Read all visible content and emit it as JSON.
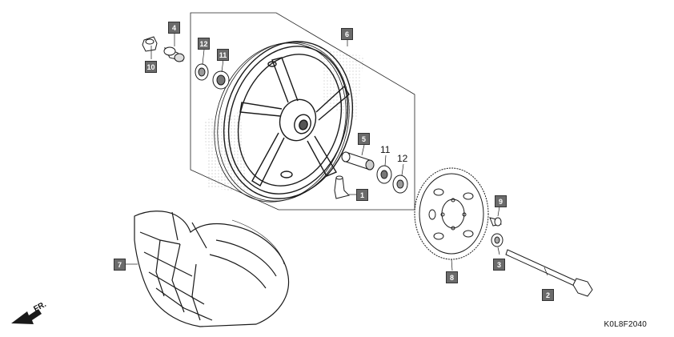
{
  "callouts": {
    "c1": "1",
    "c2": "2",
    "c3": "3",
    "c4": "4",
    "c5": "5",
    "c6": "6",
    "c7": "7",
    "c8": "8",
    "c9": "9",
    "c10": "10",
    "c11": "11",
    "c12": "12"
  },
  "plain_labels": {
    "l11": "11",
    "l12": "12"
  },
  "direction_label": "FR.",
  "drawing_code": "K0L8F2040",
  "colors": {
    "callout_fill": "#6b6b6b",
    "line": "#1a1a1a",
    "stipple": "#9a9a9a"
  }
}
